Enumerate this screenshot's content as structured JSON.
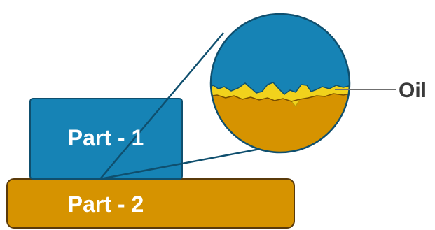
{
  "diagram": {
    "part1": {
      "label": "Part - 1",
      "color": "#1683b5"
    },
    "part2": {
      "label": "Part - 2",
      "color": "#d69300"
    },
    "oil": {
      "label": "Oil",
      "color": "#f1d21c"
    },
    "outline_color": "#0f4f6e",
    "leader_color": "#6f6f6f"
  }
}
